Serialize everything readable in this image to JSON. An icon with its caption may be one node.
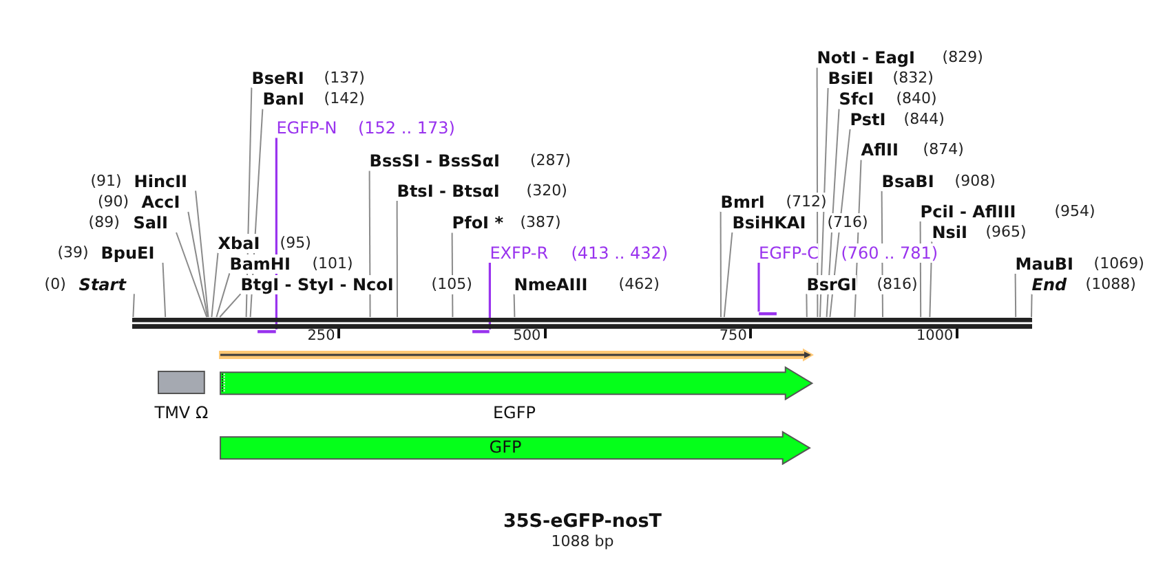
{
  "diagram": {
    "title": "35S-eGFP-nosT",
    "caption": "1088 bp",
    "nodes": [
      {
        "text": [
          "(0)",
          "Start"
        ]
      },
      {
        "text": [
          "(39)",
          "BpuEI"
        ]
      },
      {
        "text": [
          "(89)",
          "SalI"
        ]
      },
      {
        "text": [
          "(90)",
          "AccI"
        ]
      },
      {
        "text": [
          "(91)",
          "HincII"
        ]
      },
      {
        "text": [
          "XbaI",
          "(95)"
        ]
      },
      {
        "text": [
          "BamHI",
          "(101)"
        ]
      },
      {
        "text": [
          "BtgI - StyI - NcoI",
          "(105)"
        ]
      },
      {
        "text": [
          "BseRI",
          "(137)"
        ]
      },
      {
        "text": [
          "BanI",
          "(142)"
        ]
      },
      {
        "text": [
          "EGFP-N",
          "(152 .. 173)"
        ]
      },
      {
        "text": [
          "BssSI - BssSαI",
          "(287)"
        ]
      },
      {
        "text": [
          "BtsI - BtsαI",
          "(320)"
        ]
      },
      {
        "text": [
          "PfoI *",
          "(387)"
        ]
      },
      {
        "text": [
          "EXFP-R",
          "(413 .. 432)"
        ]
      },
      {
        "text": [
          "NmeAIII",
          "(462)"
        ]
      },
      {
        "text": [
          "BmrI",
          "(712)"
        ]
      },
      {
        "text": [
          "BsiHKAI",
          "(716)"
        ]
      },
      {
        "text": [
          "EGFP-C",
          "(760 .. 781)"
        ]
      },
      {
        "text": [
          "BsrGI",
          "(816)"
        ]
      },
      {
        "text": [
          "NotI - EagI",
          "(829)"
        ]
      },
      {
        "text": [
          "BsiEI",
          "(832)"
        ]
      },
      {
        "text": [
          "SfcI",
          "(840)"
        ]
      },
      {
        "text": [
          "PstI",
          "(844)"
        ]
      },
      {
        "text": [
          "AflII",
          "(874)"
        ]
      },
      {
        "text": [
          "BsaBI",
          "(908)"
        ]
      },
      {
        "text": [
          "PciI - AflIII",
          "(954)"
        ]
      },
      {
        "text": [
          "NsiI",
          "(965)"
        ]
      },
      {
        "text": [
          "MauBI",
          "(1069)"
        ]
      },
      {
        "text": [
          "End",
          "(1088)"
        ]
      },
      {
        "text": [],
        "shape": "bar"
      },
      {
        "text": [],
        "shape": "bar"
      },
      {
        "text": [],
        "shape": "bar"
      },
      {
        "text": [],
        "shape": "bar"
      },
      {
        "text": [],
        "shape": "arrow"
      },
      {
        "text": [
          "TMV Ω"
        ]
      },
      {
        "text": [
          "EGFP"
        ]
      },
      {
        "text": [
          "GFP"
        ]
      }
    ],
    "edges": [
      {
        "from": 0,
        "to": 30,
        "arrow": "none"
      },
      {
        "from": 1,
        "to": 30,
        "arrow": "none"
      },
      {
        "from": 2,
        "to": 30,
        "arrow": "none"
      },
      {
        "from": 3,
        "to": 30,
        "arrow": "none"
      },
      {
        "from": 4,
        "to": 30,
        "arrow": "none"
      },
      {
        "from": 5,
        "to": 30,
        "arrow": "none"
      },
      {
        "from": 6,
        "to": 30,
        "arrow": "none"
      },
      {
        "from": 7,
        "to": 30,
        "arrow": "none"
      },
      {
        "from": 8,
        "to": 30,
        "arrow": "none"
      },
      {
        "from": 9,
        "to": 30,
        "arrow": "none"
      },
      {
        "from": 10,
        "to": 31,
        "arrow": "none",
        "color": "#9933ee"
      },
      {
        "from": 11,
        "to": 30,
        "arrow": "none"
      },
      {
        "from": 12,
        "to": 30,
        "arrow": "none"
      },
      {
        "from": 13,
        "to": 30,
        "arrow": "none"
      },
      {
        "from": 14,
        "to": 32,
        "arrow": "none",
        "color": "#9933ee"
      },
      {
        "from": 15,
        "to": 30,
        "arrow": "none"
      },
      {
        "from": 16,
        "to": 30,
        "arrow": "none"
      },
      {
        "from": 17,
        "to": 30,
        "arrow": "none"
      },
      {
        "from": 18,
        "to": 33,
        "arrow": "none",
        "color": "#9933ee"
      },
      {
        "from": 19,
        "to": 30,
        "arrow": "none"
      },
      {
        "from": 20,
        "to": 30,
        "arrow": "none"
      },
      {
        "from": 21,
        "to": 30,
        "arrow": "none"
      },
      {
        "from": 22,
        "to": 30,
        "arrow": "none"
      },
      {
        "from": 23,
        "to": 30,
        "arrow": "none"
      },
      {
        "from": 24,
        "to": 30,
        "arrow": "none"
      },
      {
        "from": 25,
        "to": 30,
        "arrow": "none"
      },
      {
        "from": 26,
        "to": 30,
        "arrow": "none"
      },
      {
        "from": 27,
        "to": 30,
        "arrow": "none"
      },
      {
        "from": 28,
        "to": 30,
        "arrow": "none"
      },
      {
        "from": 29,
        "to": 30,
        "arrow": "none"
      }
    ],
    "labels": [
      "250",
      "500",
      "750",
      "1000"
    ]
  }
}
